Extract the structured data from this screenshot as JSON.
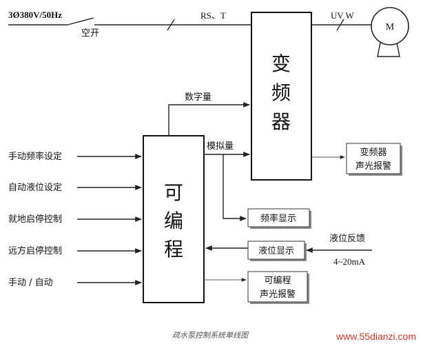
{
  "power_supply": "3Ø380V/50Hz",
  "breaker_label": "空开",
  "rst_label": "RS、T",
  "uvw_label": "UV  W",
  "motor_label": "M",
  "vfd": {
    "chars": [
      "变",
      "频",
      "器"
    ]
  },
  "plc": {
    "chars": [
      "可",
      "编",
      "程"
    ]
  },
  "digital_label": "数字量",
  "analog_label": "模拟量",
  "inputs": [
    "手动频率设定",
    "自动液位设定",
    "就地启停控制",
    "远方启停控制",
    "手动 / 自动"
  ],
  "vfd_alarm": [
    "变频器",
    "声光报警"
  ],
  "freq_display": "频率显示",
  "level_display": "液位显示",
  "level_feedback": "液位反馈",
  "current_range": "4~20mA",
  "plc_alarm": [
    "可编程",
    "声光报警"
  ],
  "caption": "疏水泵控制系统单线图",
  "watermark": "www.55dianzi.com"
}
